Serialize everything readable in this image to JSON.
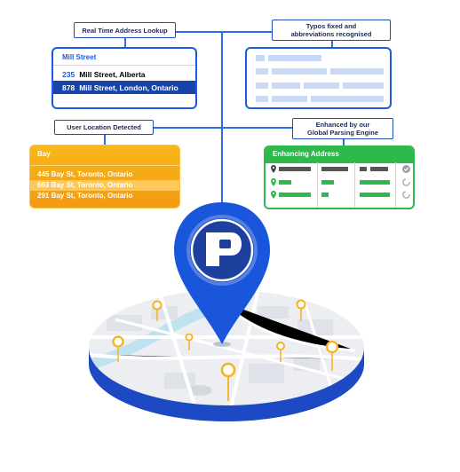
{
  "labels": {
    "lookup": "Real Time Address Lookup",
    "typos_line1": "Typos fixed and",
    "typos_line2": "abbreviations recognised",
    "location": "User Location Detected",
    "enhanced_line1": "Enhanced by our",
    "enhanced_line2": "Global Parsing Engine"
  },
  "lookup_card": {
    "query": "Mill Street",
    "results": [
      {
        "num": "235",
        "text": "Mill Street, Alberta",
        "selected": false
      },
      {
        "num": "878",
        "text": "Mill Street, London, Ontario",
        "selected": true
      }
    ]
  },
  "location_card": {
    "query": "Bay",
    "results": [
      {
        "text": "445 Bay St, Toronto, Ontario"
      },
      {
        "text": "663 Bay St, Toronto, Ontario"
      },
      {
        "text": "291 Bay St, Toronto, Ontario"
      }
    ]
  },
  "enhancing_card": {
    "title": "Enhancing Address"
  },
  "colors": {
    "primary_blue": "#1a5ce0",
    "dark_blue": "#1843a8",
    "orange": "#f6a815",
    "green": "#2fb84b"
  },
  "icons": {
    "brand_logo": "p-logo-icon",
    "map_pin": "map-pin-icon"
  }
}
